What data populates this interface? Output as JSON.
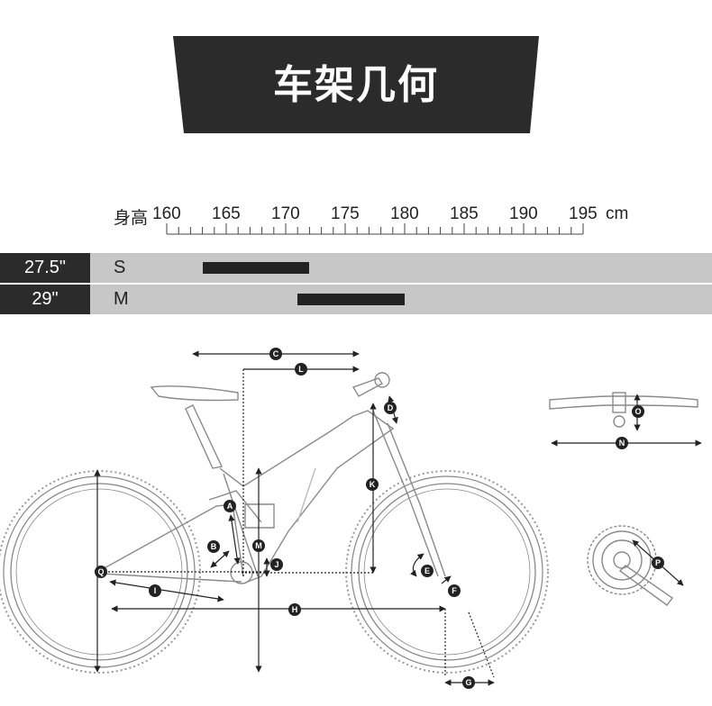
{
  "title": "车架几何",
  "height_scale": {
    "label": "身高",
    "unit": "cm",
    "min": 160,
    "max": 195,
    "labels": [
      "160",
      "165",
      "170",
      "175",
      "180",
      "185",
      "190",
      "195"
    ]
  },
  "sizes": [
    {
      "wheel": "27.5\"",
      "frame": "S",
      "height_range": [
        163,
        172
      ]
    },
    {
      "wheel": "29\"",
      "frame": "M",
      "height_range": [
        171,
        180
      ]
    }
  ],
  "markers": [
    "A",
    "B",
    "C",
    "D",
    "E",
    "F",
    "G",
    "H",
    "I",
    "J",
    "K",
    "L",
    "M",
    "N",
    "O",
    "P",
    "Q"
  ],
  "colors": {
    "banner": "#2b2b2b",
    "band": "#c7c7c7",
    "bar": "#222222"
  }
}
